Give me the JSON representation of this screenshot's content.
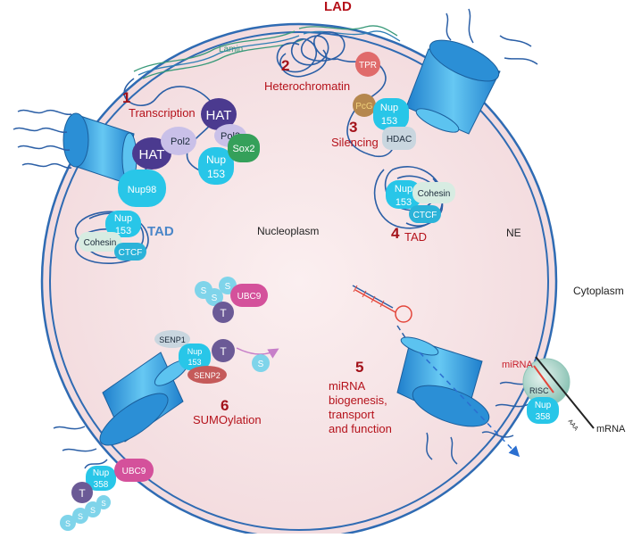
{
  "labels": {
    "lad": "LAD",
    "lamin": "Lamin",
    "nucleoplasm": "Nucleoplasm",
    "ne": "NE",
    "cytoplasm": "Cytoplasm",
    "tad_left": "TAD",
    "mirna": "miRNA",
    "mrna": "mRNA",
    "poly_a": "AAA"
  },
  "processes": [
    {
      "number": "1",
      "name": "Transcription"
    },
    {
      "number": "2",
      "name": "Heterochromatin"
    },
    {
      "number": "3",
      "name": "Silencing"
    },
    {
      "number": "4",
      "name": "TAD"
    },
    {
      "number": "5",
      "lines": [
        "miRNA",
        "biogenesis,",
        "transport",
        "and function"
      ]
    },
    {
      "number": "6",
      "name": "SUMOylation"
    }
  ],
  "proteins": {
    "hat": "HAT",
    "pol2": "Pol2",
    "nup98": "Nup98",
    "nup": "Nup",
    "n153": "153",
    "n358": "358",
    "nup153_short": "153",
    "sox2": "Sox2",
    "cohesin": "Cohesin",
    "ctcf": "CTCF",
    "tpr": "TPR",
    "pcg": "PcG",
    "hdac": "HDAC",
    "ubc9": "UBC9",
    "senp1": "SENP1",
    "senp2": "SENP2",
    "t": "T",
    "s": "S",
    "risc": "RISC"
  },
  "colors": {
    "nucleus_fill": "#f8e9ea",
    "envelope": "#2f6bb3",
    "pore": "#2b8fd6",
    "pore_light": "#5cc3f0",
    "hat": "#4b3a8f",
    "pol2": "#c9c0e8",
    "nup": "#28c6e8",
    "sox2": "#35a05a",
    "cohesin": "#d7ece2",
    "ctcf": "#2bb3d9",
    "tpr": "#e06b6b",
    "pcg": "#b5874e",
    "hdac": "#c9d6df",
    "ubc9": "#d4519b",
    "t_protein": "#6b5a96",
    "s_protein": "#7fd4ea",
    "senp": "#c55a5a",
    "accent_red": "#b5121b"
  }
}
